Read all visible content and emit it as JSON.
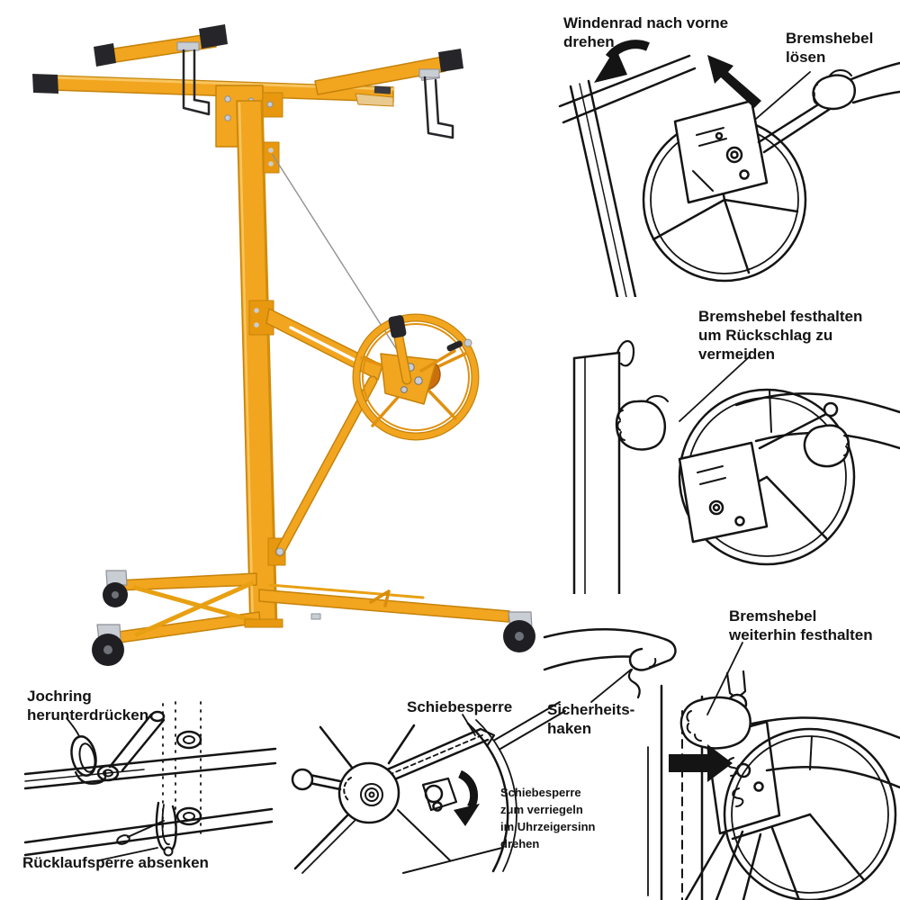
{
  "page": {
    "background": "#ffffff",
    "description_kind": "product-instruction-sheet",
    "language": "de"
  },
  "product": {
    "name": "drywall-panel-hoist",
    "colors": {
      "frame_yellow": "#F2A51F",
      "frame_highlight": "#F8C55E",
      "frame_shadow": "#C5830B",
      "bracket_orange": "#E8980F",
      "cap_black": "#26262A",
      "caster_black": "#1F1F23",
      "metal_silver": "#C9CDD4",
      "cable_gray": "#8E9196",
      "drum_brown": "#C96F0E"
    }
  },
  "diagrams": {
    "line_color": "#141414",
    "top_right": {
      "label_rotate": "Windenrad nach vorne\ndrehen",
      "label_release": "Bremshebel\nlösen"
    },
    "middle_right": {
      "label_hold": "Bremshebel festhalten\num Rückschlag zu\nvermeiden"
    },
    "bottom_right": {
      "label_keep_holding": "Bremshebel\nweiterhin festhalten",
      "label_safety_hook": "Sicherheits-\nhaken"
    },
    "bottom_left": {
      "label_yoke": "Jochring\nherunterdrücken",
      "label_backstop": "Rücklaufsperre absenken"
    },
    "bottom_middle": {
      "label_slide_lock": "Schiebesperre",
      "label_slide_lock_detail": "Schiebesperre\nzum verriegeln\nim Uhrzeigersinn\ndrehen"
    }
  }
}
